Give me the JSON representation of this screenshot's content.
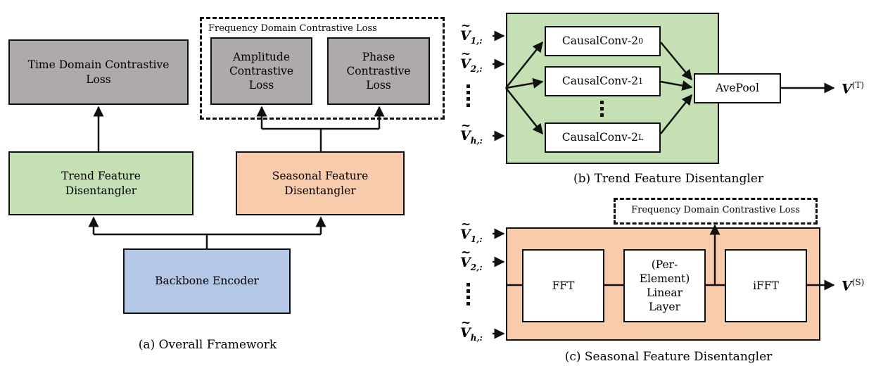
{
  "panel_a": {
    "time_loss": "Time Domain Contrastive\nLoss",
    "freq_group_label": "Frequency Domain Contrastive Loss",
    "amplitude_loss": "Amplitude\nContrastive\nLoss",
    "phase_loss": "Phase\nContrastive\nLoss",
    "trend": "Trend Feature\nDisentangler",
    "seasonal": "Seasonal Feature\nDisentangler",
    "backbone": "Backbone Encoder",
    "caption": "(a) Overall Framework"
  },
  "panel_b": {
    "conv_base": "CausalConv-2",
    "conv_exps": [
      "0",
      "1",
      "L"
    ],
    "avepool": "AvePool",
    "inputs": [
      "1,:",
      "2,:",
      "h,:"
    ],
    "input_symbol": "V",
    "output_symbol": "V",
    "output_sup": "(T)",
    "caption": "(b) Trend Feature Disentangler"
  },
  "panel_c": {
    "freq_loss": "Frequency Domain Contrastive Loss",
    "fft": "FFT",
    "linear": "(Per-\nElement)\nLinear\nLayer",
    "ifft": "iFFT",
    "inputs": [
      "1,:",
      "2,:",
      "h,:"
    ],
    "input_symbol": "V",
    "output_symbol": "V",
    "output_sup": "(S)",
    "caption": "(c) Seasonal Feature Disentangler"
  }
}
